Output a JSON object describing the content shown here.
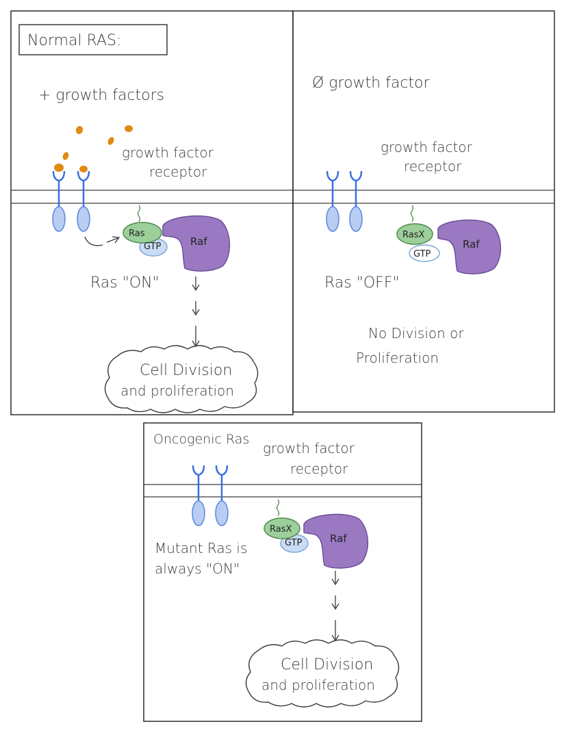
{
  "panels": {
    "normal_on": {
      "title": "Normal RAS:",
      "condition": "+ growth factors",
      "receptor_label_1": "growth factor",
      "receptor_label_2": "receptor",
      "ras": "Ras",
      "gtp": "GTP",
      "raf": "Raf",
      "state": "Ras \"ON\"",
      "outcome_1": "Cell Division",
      "outcome_2": "and proliferation"
    },
    "normal_off": {
      "condition": "Ø growth factor",
      "receptor_label_1": "growth factor",
      "receptor_label_2": "receptor",
      "ras": "RasX",
      "gtp": "GTP",
      "raf": "Raf",
      "state": "Ras \"OFF\"",
      "outcome_1": "No Division or",
      "outcome_2": "Proliferation"
    },
    "oncogenic": {
      "title": "Oncogenic Ras",
      "receptor_label_1": "growth factor",
      "receptor_label_2": "receptor",
      "ras": "RasX",
      "gtp": "GTP",
      "raf": "Raf",
      "state_1": "Mutant Ras is",
      "state_2": "always \"ON\"",
      "outcome_1": "Cell Division",
      "outcome_2": "and proliferation"
    }
  },
  "colors": {
    "receptor": "#3b6fe0",
    "receptor_fill": "#b9cdf3",
    "ras_fill": "#9ccf9a",
    "ras_stroke": "#4f8a4d",
    "gtp_fill": "#c9dcf3",
    "gtp_stroke": "#7fa6d4",
    "raf_fill": "#9a79c2",
    "raf_stroke": "#6c4f98",
    "ligand": "#e08a12",
    "ink": "#3a3a3a"
  }
}
